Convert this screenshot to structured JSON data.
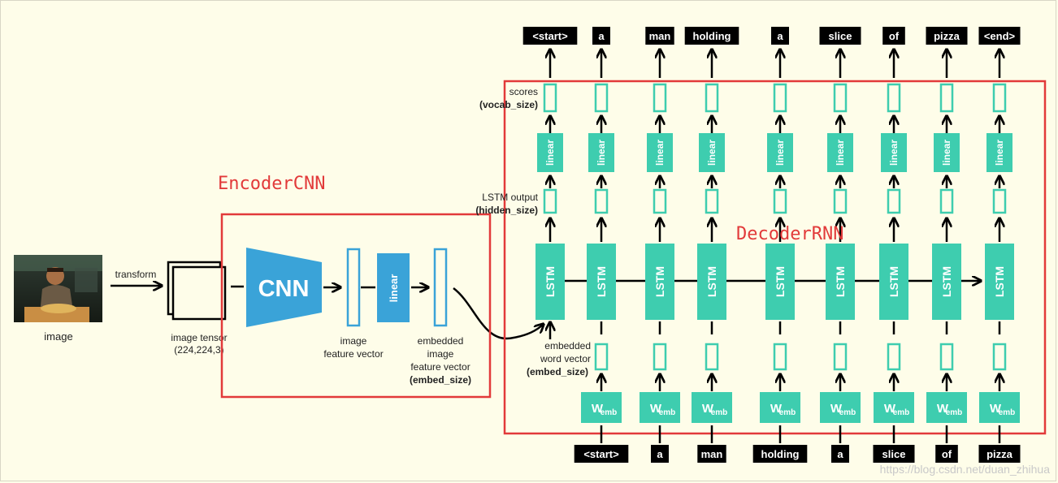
{
  "regions": {
    "encoder": "EncoderCNN",
    "decoder": "DecoderRNN"
  },
  "labels": {
    "image": "image",
    "transform": "transform",
    "tensor_line1": "image tensor",
    "tensor_line2": "(224,224,3)",
    "cnn": "CNN",
    "linear": "linear",
    "feat_line1": "image",
    "feat_line2": "feature vector",
    "emb_line1": "embedded",
    "emb_line2": "image",
    "emb_line3": "feature vector",
    "emb_line4": "(embed_size)",
    "scores_line1": "scores",
    "scores_line2": "(vocab_size)",
    "lstm_out_line1": "LSTM output",
    "lstm_out_line2": "(hidden_size)",
    "word_vec_line1": "embedded",
    "word_vec_line2": "word vector",
    "word_vec_line3": "(embed_size)",
    "lstm": "LSTM",
    "w_emb_main": "W",
    "w_emb_sub": "emb"
  },
  "outputs": [
    "<start>",
    "a",
    "man",
    "holding",
    "a",
    "slice",
    "of",
    "pizza",
    "<end>"
  ],
  "inputs": [
    "<start>",
    "a",
    "man",
    "holding",
    "a",
    "slice",
    "of",
    "pizza"
  ],
  "watermark": "https://blog.csdn.net/duan_zhihua",
  "colors": {
    "teal": "#3ecdaf",
    "blue": "#3aa3d8",
    "red": "#e23a3a",
    "background": "#fefde9"
  }
}
